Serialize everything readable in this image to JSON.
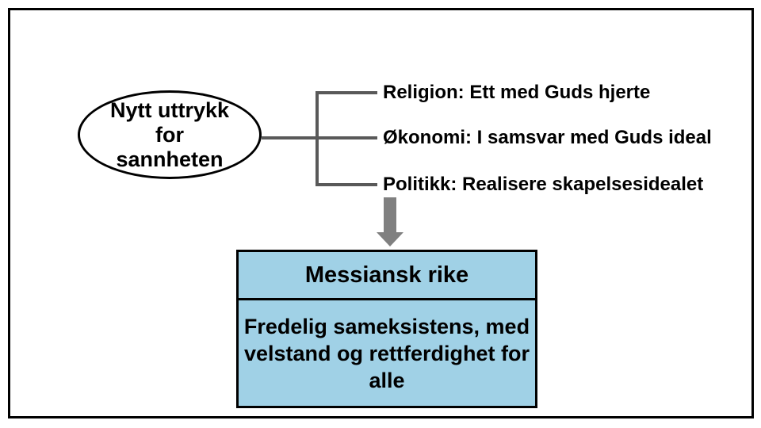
{
  "diagram": {
    "ellipse": {
      "lines": [
        "Nytt uttrykk",
        "for",
        "sannheten"
      ],
      "full_text": "Nytt uttrykk for sannheten"
    },
    "branches": [
      {
        "label": "Religion: Ett med Guds hjerte"
      },
      {
        "label": "Økonomi: I samsvar med Guds ideal"
      },
      {
        "label": "Politikk: Realisere skapelsesidealet"
      }
    ],
    "box": {
      "title": "Messiansk rike",
      "body": "Fredelig sameksistens, med velstand og rettferdighet for alle"
    },
    "colors": {
      "background": "#FFFFFF",
      "frame_border": "#000000",
      "connector_line": "#595959",
      "arrow": "#808080",
      "box_fill": "#A0D1E6",
      "box_border": "#000000",
      "text": "#000000"
    }
  }
}
